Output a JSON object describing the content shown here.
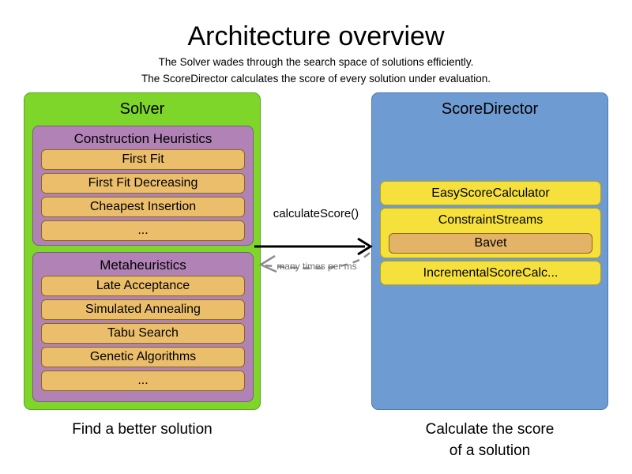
{
  "header": {
    "title": "Architecture overview",
    "subtitle_line1": "The Solver wades through the search space of solutions efficiently.",
    "subtitle_line2": "The ScoreDirector calculates the score of every solution under evaluation."
  },
  "solver": {
    "title": "Solver",
    "caption": "Find a better solution",
    "groups": [
      {
        "title": "Construction Heuristics",
        "items": [
          "First Fit",
          "First Fit Decreasing",
          "Cheapest Insertion",
          "..."
        ]
      },
      {
        "title": "Metaheuristics",
        "items": [
          "Late Acceptance",
          "Simulated Annealing",
          "Tabu Search",
          "Genetic Algorithms",
          "..."
        ]
      }
    ]
  },
  "score_director": {
    "title": "ScoreDirector",
    "caption_line1": "Calculate the score",
    "caption_line2": "of a solution",
    "items": [
      {
        "label": "EasyScoreCalculator",
        "child": null
      },
      {
        "label": "ConstraintStreams",
        "child": "Bavet"
      },
      {
        "label": "IncrementalScoreCalc...",
        "child": null
      }
    ]
  },
  "arrows": {
    "forward_label": "calculateScore()",
    "return_label": "many times per ms"
  },
  "colors": {
    "solver_green": "#7FD62A",
    "score_director_blue": "#6E9BD1",
    "group_purple": "#B182B6",
    "item_orange": "#EBBE6B",
    "item_yellow": "#F5E03C",
    "nested_orange": "#E3B367",
    "return_arrow_gray": "#8c8c8c"
  }
}
